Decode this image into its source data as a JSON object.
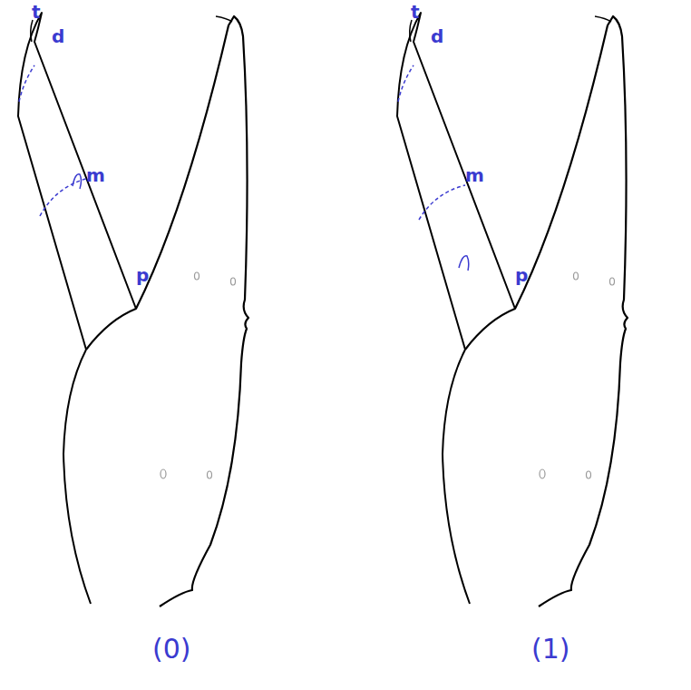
{
  "diagram": {
    "labels": [
      "t",
      "d",
      "m",
      "p",
      "(0)",
      "t",
      "d",
      "m",
      "p",
      "(1)"
    ]
  }
}
